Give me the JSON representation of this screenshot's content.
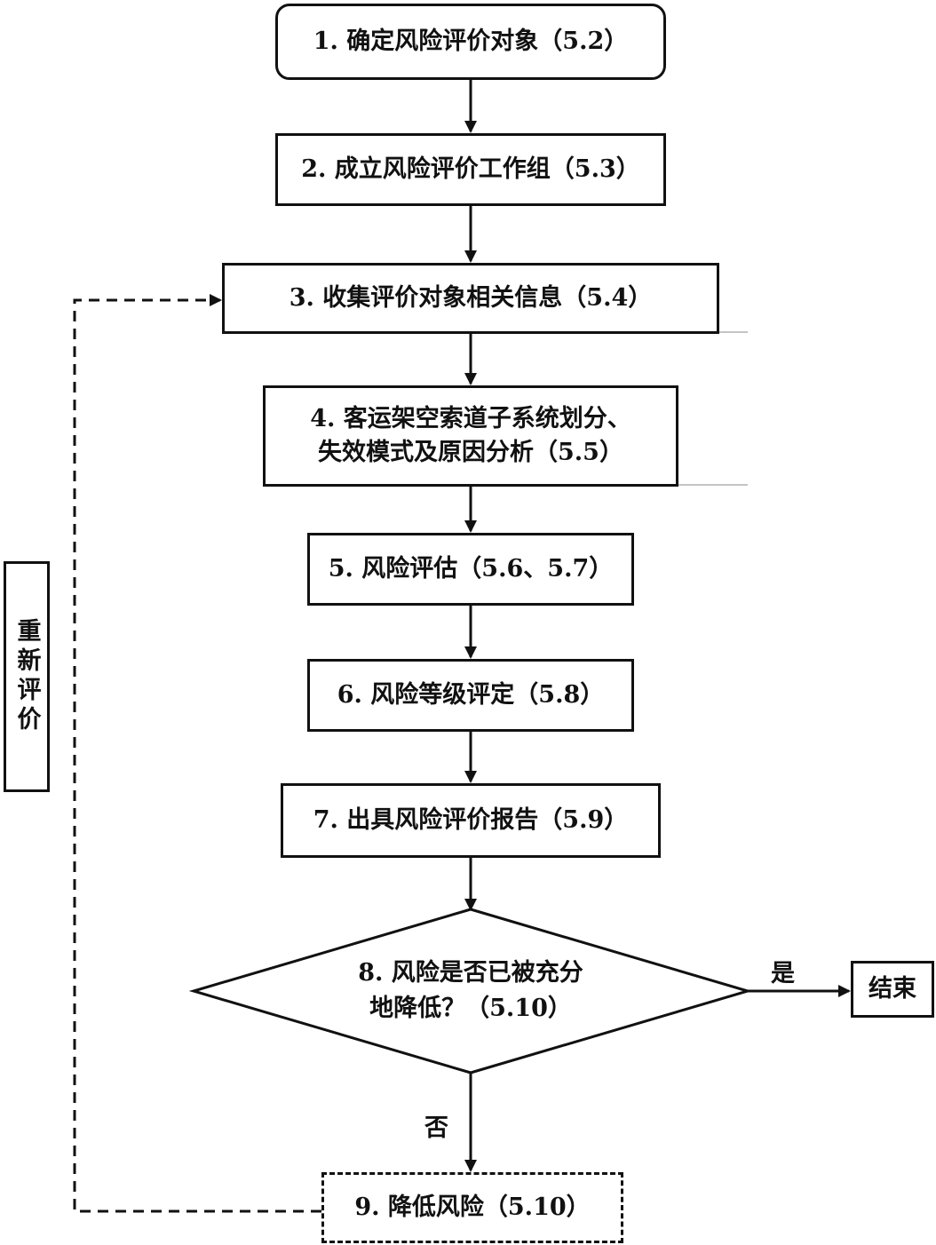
{
  "diagram": {
    "steps": [
      {
        "id": "step-1",
        "text": "1. 确定风险评价对象（5.2）"
      },
      {
        "id": "step-2",
        "text": "2. 成立风险评价工作组（5.3）"
      },
      {
        "id": "step-3",
        "text": "3. 收集评价对象相关信息（5.4）"
      },
      {
        "id": "step-4",
        "line1": "4. 客运架空索道子系统划分、",
        "line2": "失效模式及原因分析（5.5）"
      },
      {
        "id": "step-5",
        "text": "5. 风险评估（5.6、5.7）"
      },
      {
        "id": "step-6",
        "text": "6. 风险等级评定（5.8）"
      },
      {
        "id": "step-7",
        "text": "7. 出具风险评价报告（5.9）"
      }
    ],
    "decision": {
      "line1": "8. 风险是否已被充分",
      "line2": "地降低？（5.10）"
    },
    "end": "结束",
    "step9": "9. 降低风险（5.10）",
    "yes_label": "是",
    "no_label": "否",
    "reassess_label": "重新评价"
  }
}
